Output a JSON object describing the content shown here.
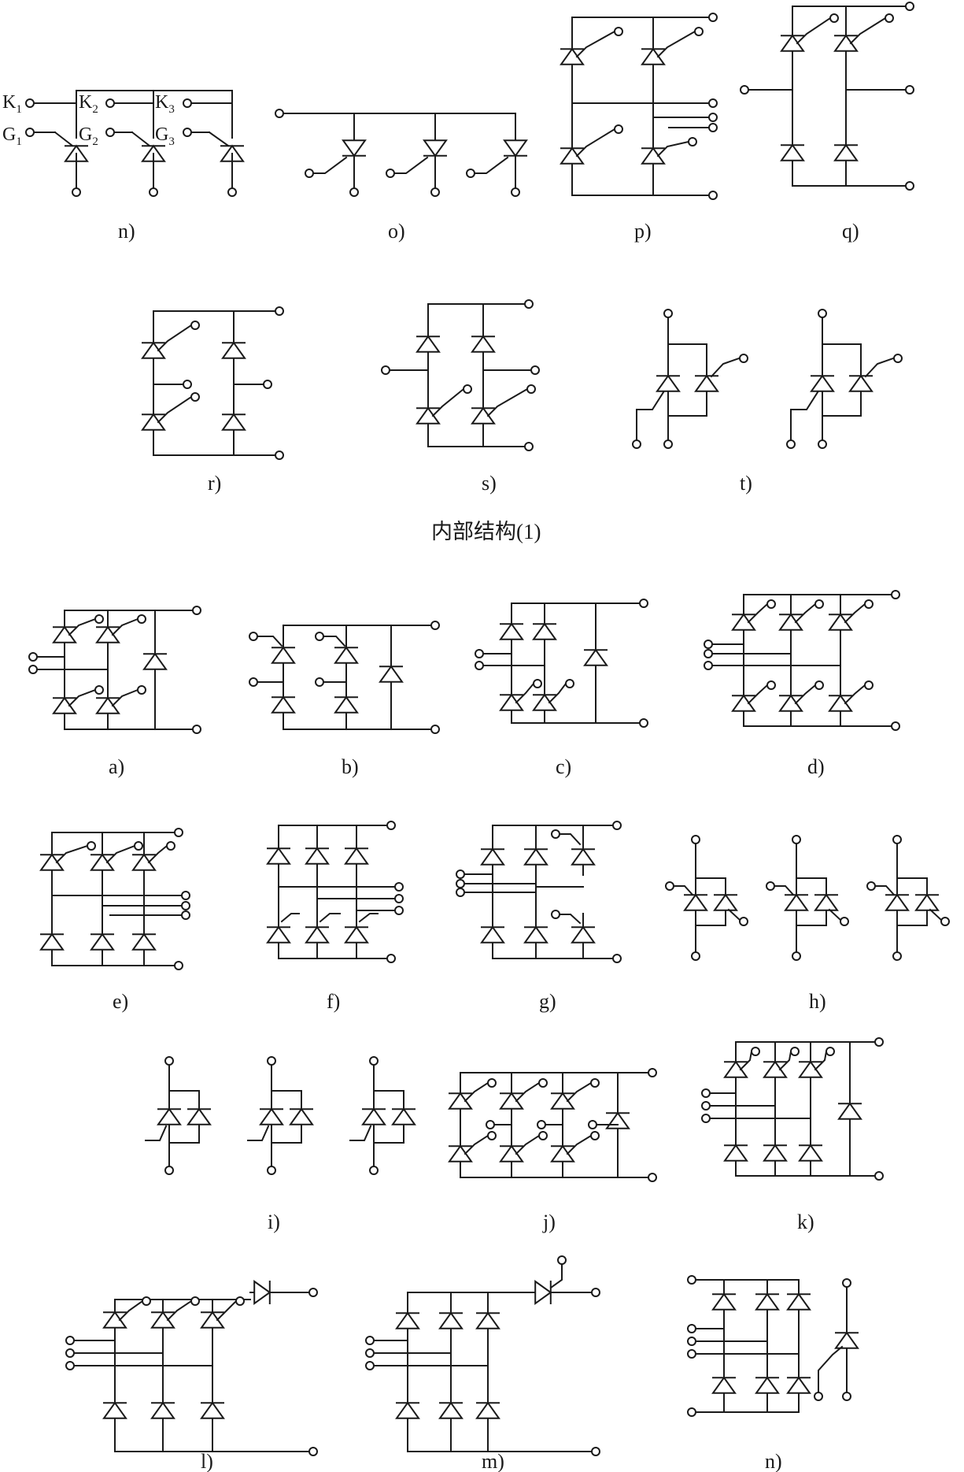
{
  "section_title": "内部结构(1)",
  "pin_labels": {
    "k1": "K",
    "k1_sub": "1",
    "g1": "G",
    "g1_sub": "1",
    "k2": "K",
    "k2_sub": "2",
    "g2": "G",
    "g2_sub": "2",
    "k3": "K",
    "k3_sub": "3",
    "g3": "G",
    "g3_sub": "3"
  },
  "captions": {
    "n1": "n)",
    "o": "o)",
    "p": "p)",
    "q": "q)",
    "r": "r)",
    "s": "s)",
    "t": "t)",
    "a": "a)",
    "b": "b)",
    "c": "c)",
    "d": "d)",
    "e": "e)",
    "f": "f)",
    "g": "g)",
    "h": "h)",
    "i": "i)",
    "j": "j)",
    "k": "k)",
    "l": "l)",
    "m": "m)",
    "n2": "n)"
  }
}
